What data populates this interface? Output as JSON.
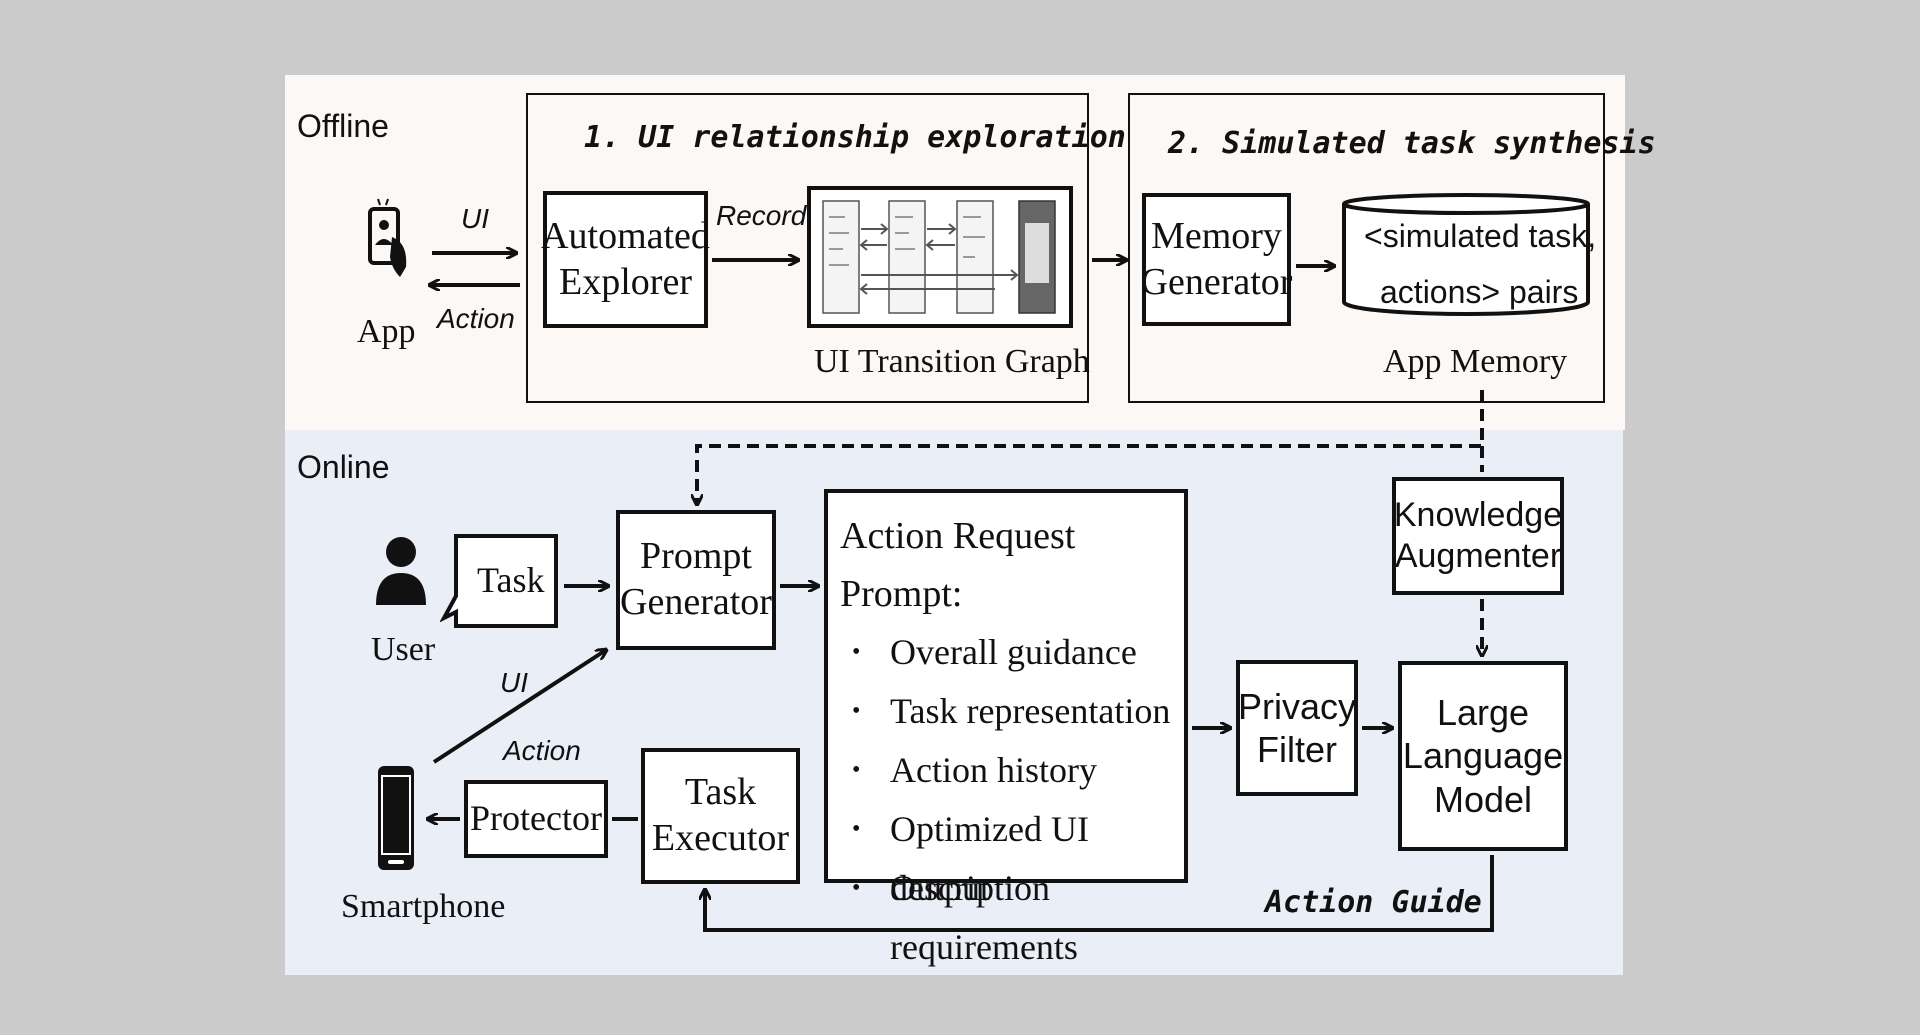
{
  "colors": {
    "page_bg": "#cbcbcb",
    "offline_bg": "#fbf8f5",
    "online_bg": "#eaeff7",
    "ink": "#111111"
  },
  "offline": {
    "section_label": "Offline",
    "app_label": "App",
    "ui_arrow_label": "UI",
    "action_arrow_label": "Action",
    "stage1_title": "1. UI relationship exploration",
    "automated_explorer": "Automated Explorer",
    "record_label": "Record",
    "ui_transition_graph": "UI Transition Graph",
    "stage2_title": "2. Simulated task synthesis",
    "memory_generator": "Memory Generator",
    "pairs_line1": "<simulated task,",
    "pairs_line2": "actions> pairs",
    "app_memory": "App Memory"
  },
  "online": {
    "section_label": "Online",
    "user_label": "User",
    "task_label": "Task",
    "prompt_generator": "Prompt Generator",
    "ui_label": "UI",
    "action_label": "Action",
    "smartphone_label": "Smartphone",
    "protector": "Protector",
    "task_executor": "Task Executor",
    "prompt_title": "Action Request Prompt:",
    "prompt_items": [
      "Overall guidance",
      "Task representation",
      "Action history",
      "Optimized UI description",
      "Output requirements"
    ],
    "privacy_filter": "Privacy Filter",
    "knowledge_augmenter": "Knowledge Augmenter",
    "llm": "Large Language Model",
    "action_guide": "Action Guide"
  },
  "icons": [
    "phone-hand-icon",
    "user-icon",
    "smartphone-icon",
    "screenshot-thumbnail-icon"
  ]
}
